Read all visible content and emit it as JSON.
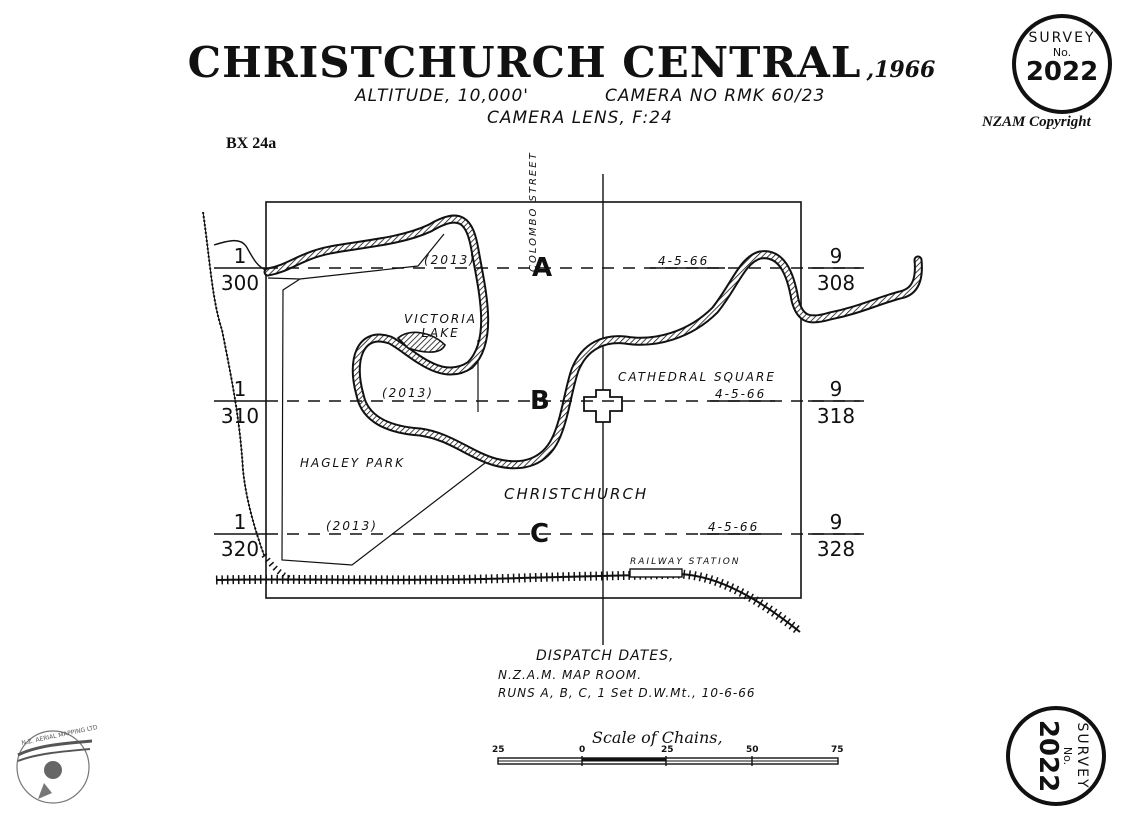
{
  "title": {
    "main": "CHRISTCHURCH CENTRAL",
    "year": ",1966"
  },
  "altitude": "ALTITUDE, 10,000'",
  "camera": "CAMERA NO RMK 60/23",
  "lens": "CAMERA LENS, F:24",
  "reference": "BX 24a",
  "copyright": "NZAM Copyright",
  "survey_badge": {
    "line1": "SURVEY",
    "line2": "No.",
    "number": "2022"
  },
  "runs": [
    {
      "letter": "A",
      "left_top": "1",
      "left_bottom": "300",
      "right_top": "9",
      "right_bottom": "308",
      "date": "4-5-66",
      "ref": "(2013)"
    },
    {
      "letter": "B",
      "left_top": "1",
      "left_bottom": "310",
      "right_top": "9",
      "right_bottom": "318",
      "date": "4-5-66",
      "ref": "(2013)"
    },
    {
      "letter": "C",
      "left_top": "1",
      "left_bottom": "320",
      "right_top": "9",
      "right_bottom": "328",
      "date": "4-5-66",
      "ref": "(2013)"
    }
  ],
  "places": {
    "victoria_lake": [
      "VICTORIA",
      "LAKE"
    ],
    "colombo_street": "COLOMBO STREET",
    "cathedral_square": "CATHEDRAL SQUARE",
    "hagley_park": "HAGLEY PARK",
    "christchurch": "CHRISTCHURCH",
    "railway_station": "RAILWAY STATION"
  },
  "dispatch": {
    "heading": "DISPATCH DATES,",
    "line1": "N.Z.A.M. MAP ROOM.",
    "line2": "RUNS A, B, C, 1 Set D.W.Mt., 10-6-66"
  },
  "scale": {
    "title": "Scale of Chains,",
    "ticks": [
      "25",
      "0",
      "25",
      "50",
      "75"
    ]
  },
  "logo_text": "N.Z. AERIAL MAPPING LTD."
}
